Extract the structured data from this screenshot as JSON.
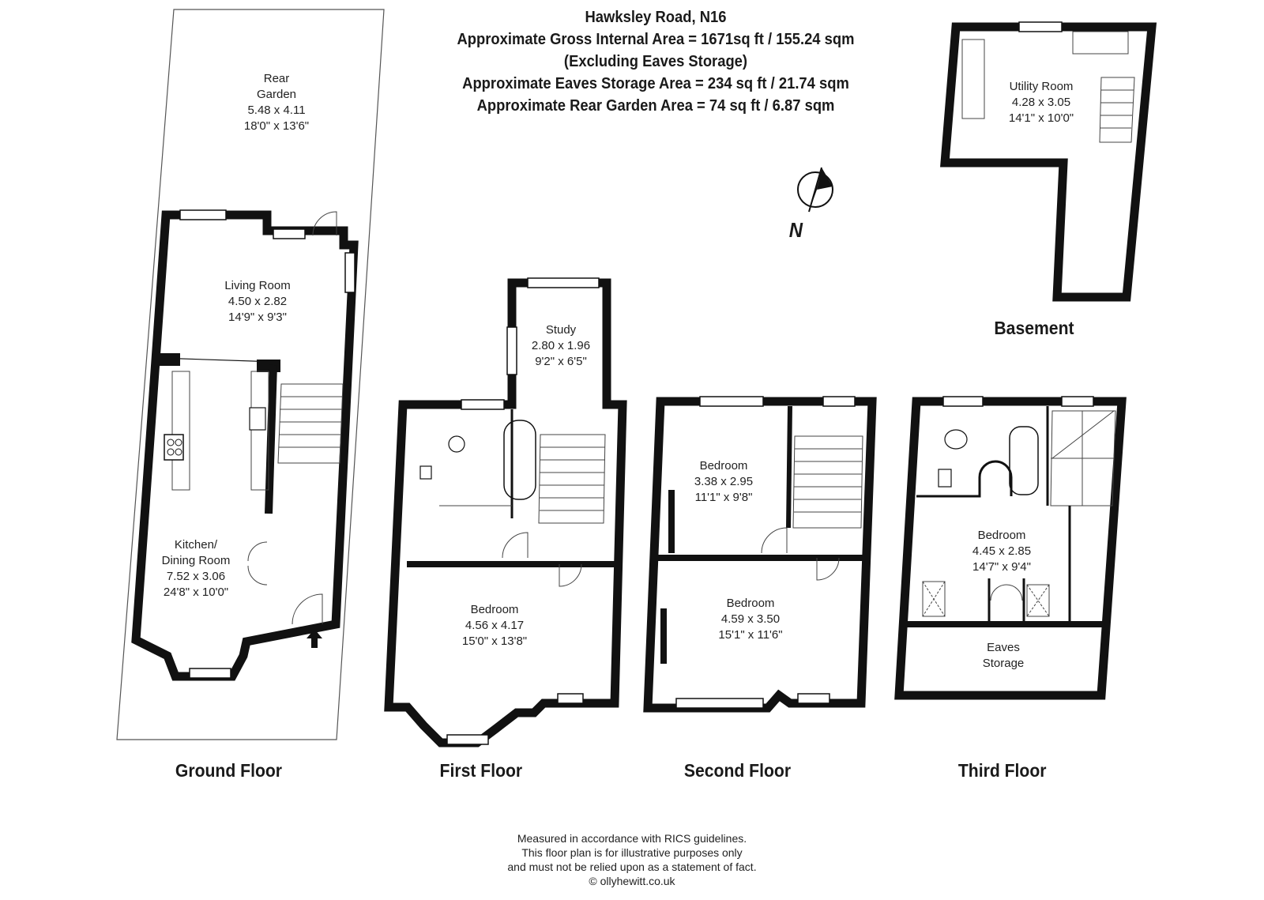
{
  "header": {
    "title": "Hawksley Road, N16",
    "gross_area": "Approximate Gross Internal Area = 1671sq ft / 155.24 sqm",
    "excluding": "(Excluding Eaves  Storage)",
    "eaves_area": "Approximate Eaves Storage Area = 234 sq ft / 21.74 sqm",
    "garden_area": "Approximate Rear Garden Area = 74 sq ft / 6.87 sqm"
  },
  "compass": {
    "label": "N"
  },
  "floors": {
    "ground": "Ground Floor",
    "first": "First Floor",
    "second": "Second Floor",
    "third": "Third Floor",
    "basement": "Basement"
  },
  "rooms": {
    "rear_garden": {
      "name_1": "Rear",
      "name_2": "Garden",
      "metric": "5.48 x 4.11",
      "imperial": "18'0\" x 13'6\""
    },
    "living_room": {
      "name": "Living Room",
      "metric": "4.50 x 2.82",
      "imperial": "14'9\" x 9'3\""
    },
    "kitchen": {
      "name_1": "Kitchen/",
      "name_2": "Dining Room",
      "metric": "7.52 x 3.06",
      "imperial": "24'8\" x 10'0\""
    },
    "study": {
      "name": "Study",
      "metric": "2.80 x 1.96",
      "imperial": "9'2\" x 6'5\""
    },
    "first_bedroom": {
      "name": "Bedroom",
      "metric": "4.56 x 4.17",
      "imperial": "15'0\" x 13'8\""
    },
    "second_bedroom_rear": {
      "name": "Bedroom",
      "metric": "3.38 x 2.95",
      "imperial": "11'1\" x 9'8\""
    },
    "second_bedroom_front": {
      "name": "Bedroom",
      "metric": "4.59 x 3.50",
      "imperial": "15'1\" x 11'6\""
    },
    "third_bedroom": {
      "name": "Bedroom",
      "metric": "4.45 x 2.85",
      "imperial": "14'7\" x 9'4\""
    },
    "eaves_storage": {
      "name_1": "Eaves",
      "name_2": "Storage"
    },
    "utility_room": {
      "name": "Utility Room",
      "metric": "4.28 x 3.05",
      "imperial": "14'1\" x 10'0\""
    }
  },
  "disclaimer": {
    "line1": "Measured in accordance with RICS guidelines.",
    "line2": "This floor plan is for illustrative purposes only",
    "line3": "and must not be relied upon as a statement of fact.",
    "line4": "© ollyhewitt.co.uk"
  },
  "colors": {
    "wall": "#111111",
    "line": "#444444",
    "background": "#ffffff"
  }
}
